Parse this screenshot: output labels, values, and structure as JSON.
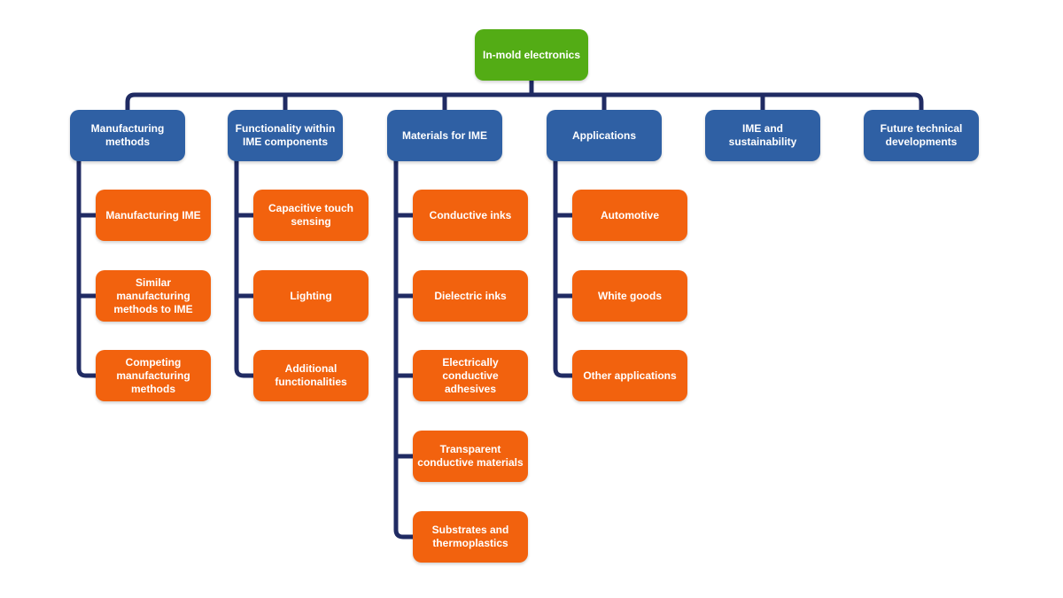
{
  "diagram": {
    "root": {
      "label": "In-mold electronics"
    },
    "branches": [
      {
        "label": "Manufacturing methods",
        "children": [
          {
            "label": "Manufacturing IME"
          },
          {
            "label": "Similar manufacturing methods to IME"
          },
          {
            "label": "Competing manufacturing methods"
          }
        ]
      },
      {
        "label": "Functionality within IME components",
        "children": [
          {
            "label": "Capacitive touch sensing"
          },
          {
            "label": "Lighting"
          },
          {
            "label": "Additional functionalities"
          }
        ]
      },
      {
        "label": "Materials for IME",
        "children": [
          {
            "label": "Conductive inks"
          },
          {
            "label": "Dielectric inks"
          },
          {
            "label": "Electrically conductive adhesives"
          },
          {
            "label": "Transparent conductive materials"
          },
          {
            "label": "Substrates and thermoplastics"
          }
        ]
      },
      {
        "label": "Applications",
        "children": [
          {
            "label": "Automotive"
          },
          {
            "label": "White goods"
          },
          {
            "label": "Other applications"
          }
        ]
      },
      {
        "label": "IME and sustainability",
        "children": []
      },
      {
        "label": "Future technical developments",
        "children": []
      }
    ],
    "colors": {
      "root_node": "#53ac15",
      "branch_node": "#2f60a4",
      "leaf_node": "#f2620e",
      "connector": "#202b63",
      "text": "#ffffff",
      "background": "#ffffff"
    }
  }
}
